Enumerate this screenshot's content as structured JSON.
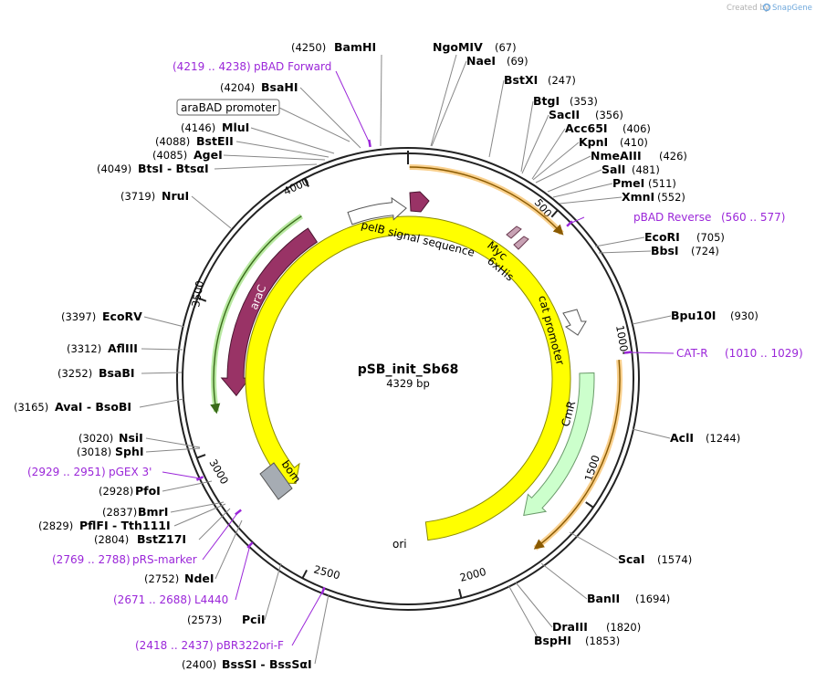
{
  "credit": {
    "text": "Created by",
    "brand": "SnapGene"
  },
  "plasmid": {
    "name": "pSB_init_Sb68",
    "length_label": "4329 bp",
    "length": 4329
  },
  "ticks": [
    "500",
    "1000",
    "1500",
    "2000",
    "2500",
    "3000",
    "3500",
    "4000"
  ],
  "enzymes": [
    {
      "id": "bamhi",
      "name": "BamHI",
      "pos": "(4250)"
    },
    {
      "id": "ngomiv",
      "name": "NgoMIV",
      "pos": "(67)"
    },
    {
      "id": "naei",
      "name": "NaeI",
      "pos": "(69)"
    },
    {
      "id": "bstxi",
      "name": "BstXI",
      "pos": "(247)"
    },
    {
      "id": "btgi",
      "name": "BtgI",
      "pos": "(353)"
    },
    {
      "id": "sacii",
      "name": "SacII",
      "pos": "(356)"
    },
    {
      "id": "acc65i",
      "name": "Acc65I",
      "pos": "(406)"
    },
    {
      "id": "kpni",
      "name": "KpnI",
      "pos": "(410)"
    },
    {
      "id": "nmeaiii",
      "name": "NmeAIII",
      "pos": "(426)"
    },
    {
      "id": "sali",
      "name": "SalI",
      "pos": "(481)"
    },
    {
      "id": "pmei",
      "name": "PmeI",
      "pos": "(511)"
    },
    {
      "id": "xmni",
      "name": "XmnI",
      "pos": "(552)"
    },
    {
      "id": "ecori",
      "name": "EcoRI",
      "pos": "(705)"
    },
    {
      "id": "bbsi",
      "name": "BbsI",
      "pos": "(724)"
    },
    {
      "id": "bpu10i",
      "name": "Bpu10I",
      "pos": "(930)"
    },
    {
      "id": "acli",
      "name": "AclI",
      "pos": "(1244)"
    },
    {
      "id": "scai",
      "name": "ScaI",
      "pos": "(1574)"
    },
    {
      "id": "banii",
      "name": "BanII",
      "pos": "(1694)"
    },
    {
      "id": "draiii",
      "name": "DraIII",
      "pos": "(1820)"
    },
    {
      "id": "bsphi",
      "name": "BspHI",
      "pos": "(1853)"
    },
    {
      "id": "bsssi",
      "name": "BssSI - BssSαI",
      "pos": "(2400)"
    },
    {
      "id": "pcii",
      "name": "PciI",
      "pos": "(2573)"
    },
    {
      "id": "ndei",
      "name": "NdeI",
      "pos": "(2752)"
    },
    {
      "id": "bstz17i",
      "name": "BstZ17I",
      "pos": "(2804)"
    },
    {
      "id": "pflfi",
      "name": "PflFI - Tth111I",
      "pos": "(2829)"
    },
    {
      "id": "bmri",
      "name": "BmrI",
      "pos": "(2837)"
    },
    {
      "id": "pfoi",
      "name": "PfoI",
      "pos": "(2928)"
    },
    {
      "id": "sphi",
      "name": "SphI",
      "pos": "(3018)"
    },
    {
      "id": "nsii",
      "name": "NsiI",
      "pos": "(3020)"
    },
    {
      "id": "avai",
      "name": "AvaI - BsoBI",
      "pos": "(3165)"
    },
    {
      "id": "bsabi",
      "name": "BsaBI",
      "pos": "(3252)"
    },
    {
      "id": "aflii",
      "name": "AflIII",
      "pos": "(3312)"
    },
    {
      "id": "ecorv",
      "name": "EcoRV",
      "pos": "(3397)"
    },
    {
      "id": "arui",
      "name": "NruI",
      "pos": "(3719)"
    },
    {
      "id": "btsi",
      "name": "BtsI - BtsαI",
      "pos": "(4049)"
    },
    {
      "id": "agei",
      "name": "AgeI",
      "pos": "(4085)"
    },
    {
      "id": "bsteii",
      "name": "BstEII",
      "pos": "(4088)"
    },
    {
      "id": "mlui",
      "name": "MluI",
      "pos": "(4146)"
    },
    {
      "id": "bsahi",
      "name": "BsaHI",
      "pos": "(4204)"
    }
  ],
  "primers": [
    {
      "id": "pbad-forward",
      "name": "pBAD Forward",
      "range": "(4219 .. 4238)"
    },
    {
      "id": "pbad-reverse",
      "name": "pBAD Reverse",
      "range": "(560 .. 577)"
    },
    {
      "id": "cat-r",
      "name": "CAT-R",
      "range": "(1010 .. 1029)"
    },
    {
      "id": "pgex3",
      "name": "pGEX 3'",
      "range": "(2929 .. 2951)"
    },
    {
      "id": "prs-marker",
      "name": "pRS-marker",
      "range": "(2769 .. 2788)"
    },
    {
      "id": "l4440",
      "name": "L4440",
      "range": "(2671 .. 2688)"
    },
    {
      "id": "pbr322ori-f",
      "name": "pBR322ori-F",
      "range": "(2418 .. 2437)"
    }
  ],
  "features": {
    "arabad_promoter": "araBAD promoter",
    "pelb": "pelB signal sequence",
    "myc": "Myc",
    "his": "6xHis",
    "cat_promoter": "cat promoter",
    "cmr": "CmR",
    "arac": "araC",
    "bom": "bom",
    "ori": "ori"
  },
  "colors": {
    "arac": "#993366",
    "cmr": "#ccffcc",
    "ori": "#ffff00",
    "bom": "#a6acb3",
    "primer": "#9b27d9",
    "orf_orange": "#f5b041",
    "orf_green": "#6db33f",
    "pelb": "#993366",
    "tag": "#c8a2b4"
  }
}
